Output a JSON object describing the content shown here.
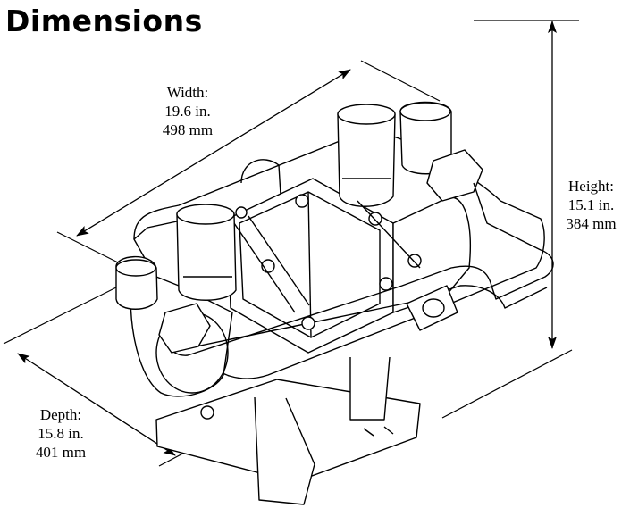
{
  "title": "Dimensions",
  "width": {
    "label": "Width:",
    "inches": "19.6 in.",
    "mm": "498 mm"
  },
  "height": {
    "label": "Height:",
    "inches": "15.1 in.",
    "mm": "384 mm"
  },
  "depth": {
    "label": "Depth:",
    "inches": "15.8 in.",
    "mm": "401 mm"
  }
}
